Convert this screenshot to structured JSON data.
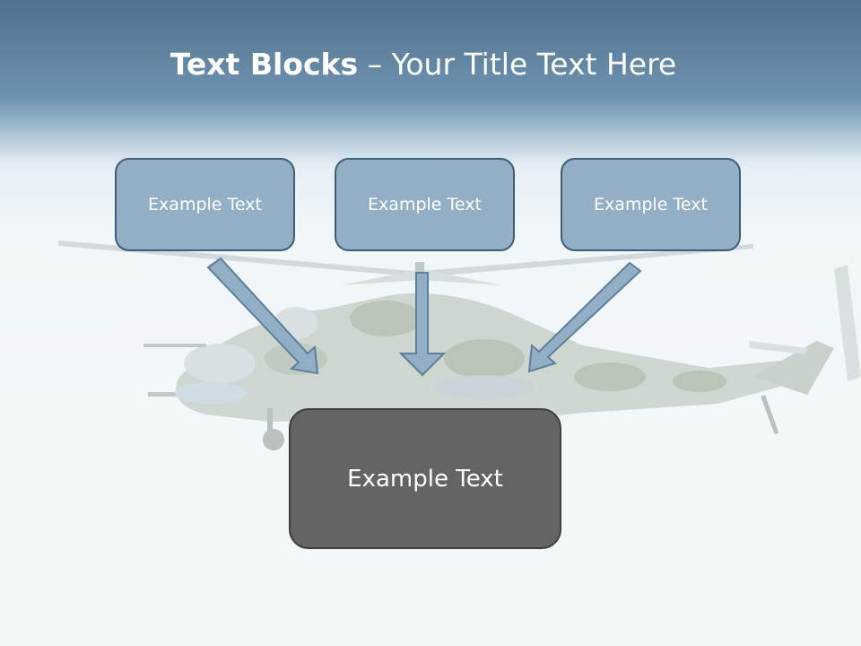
{
  "title": {
    "bold": "Text Blocks",
    "rest": " – Your Title Text Here"
  },
  "blocks": [
    {
      "text": "Example Text"
    },
    {
      "text": "Example Text"
    },
    {
      "text": "Example Text"
    }
  ],
  "center_block": {
    "text": "Example Text"
  },
  "colors": {
    "header": "#5b7e9a",
    "block_fill": "#93afc5",
    "block_border": "#3f5e76",
    "center_fill": "#646464"
  }
}
